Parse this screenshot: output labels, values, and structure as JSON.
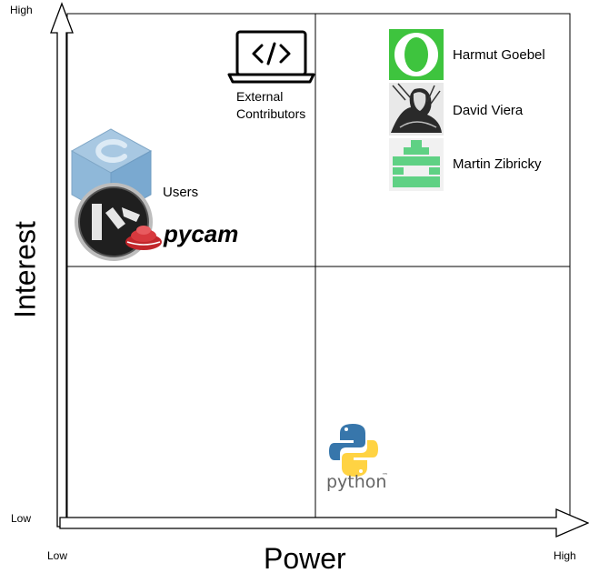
{
  "axes": {
    "y_title": "Interest",
    "x_title": "Power",
    "y_high": "High",
    "y_low": "Low",
    "x_low": "Low",
    "x_high": "High"
  },
  "stakeholders": {
    "external": {
      "line1": "External",
      "line2": "Contributors",
      "icon": "code-laptop-icon"
    },
    "harmut": {
      "name": "Harmut Goebel",
      "icon": "green-ring-avatar"
    },
    "david": {
      "name": "David Viera",
      "icon": "engraving-portrait-avatar"
    },
    "martin": {
      "name": "Martin Zibricky",
      "icon": "green-pixel-avatar"
    },
    "users": {
      "name": "Users",
      "icon": "blue-cube-c-icon"
    },
    "pycam": {
      "logo_text": "pycam",
      "icon": "pycam-logo"
    },
    "python": {
      "logo_text": "python",
      "trademark": "™",
      "icon": "python-logo"
    }
  },
  "colors": {
    "grid": "#000000",
    "green": "#3ec43e",
    "pixel_green": "#5fd184",
    "cube_blue": "#8fb8d9",
    "pycam_red": "#c2262b",
    "python_blue": "#3776ab",
    "python_yellow": "#ffd343"
  }
}
